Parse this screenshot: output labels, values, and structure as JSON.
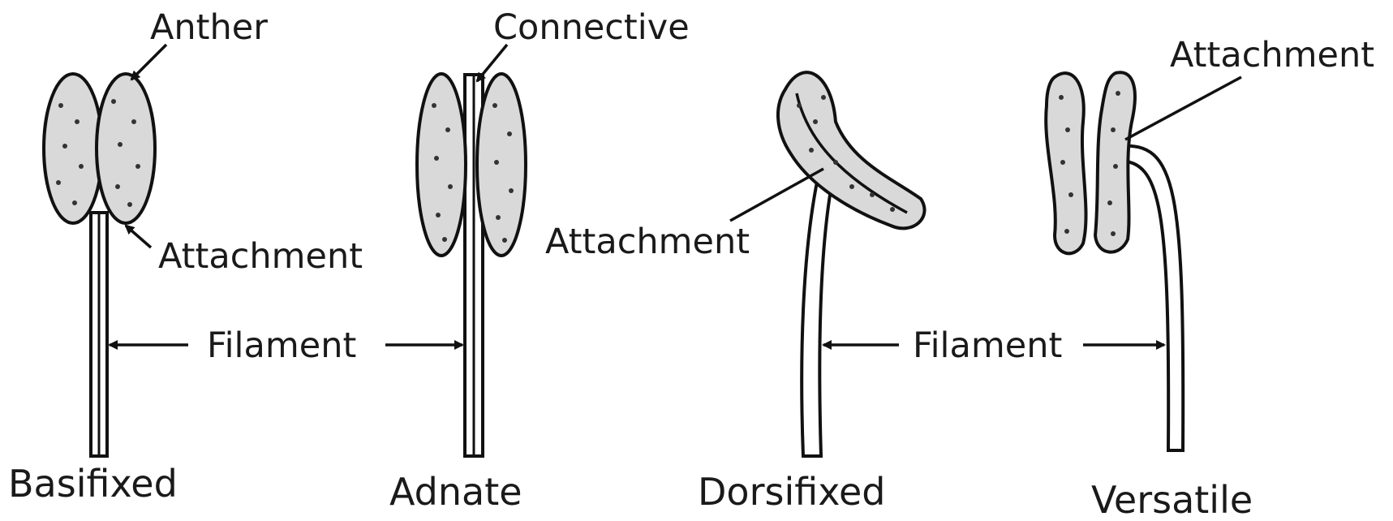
{
  "diagram": {
    "anther_types": [
      {
        "key": "basifixed",
        "title": "Basifixed"
      },
      {
        "key": "adnate",
        "title": "Adnate"
      },
      {
        "key": "dorsifixed",
        "title": "Dorsifixed"
      },
      {
        "key": "versatile",
        "title": "Versatile"
      }
    ],
    "labels": {
      "anther": "Anther",
      "connective": "Connective",
      "attachment_basifixed": "Attachment",
      "attachment_dorsifixed": "Attachment",
      "attachment_versatile": "Attachment",
      "filament_left": "Filament",
      "filament_right": "Filament"
    },
    "colors": {
      "stroke": "#111111",
      "fill": "#d9d9d9",
      "background": "#ffffff"
    }
  }
}
